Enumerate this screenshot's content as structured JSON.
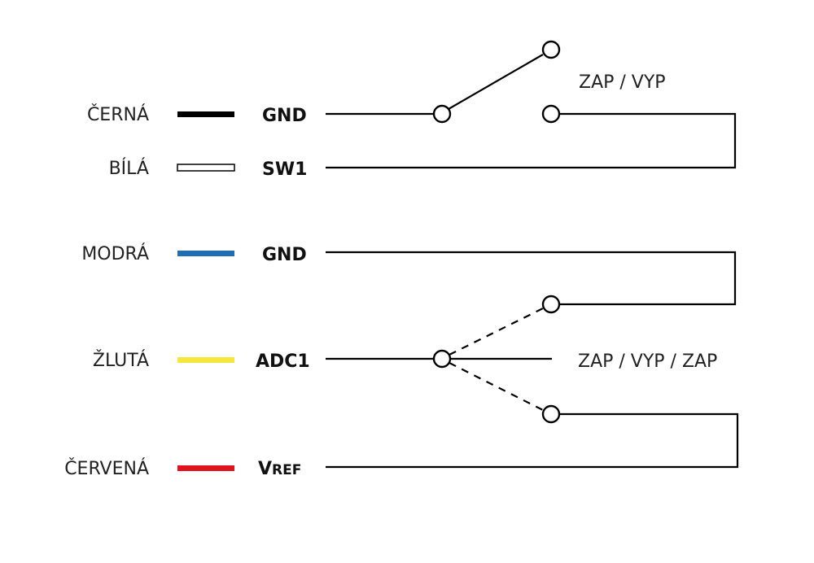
{
  "wires": [
    {
      "color_name": "ČERNÁ",
      "color": "#000000",
      "style": "solid",
      "pin": "GND"
    },
    {
      "color_name": "BÍLÁ",
      "color": "#ffffff",
      "style": "outline",
      "pin": "SW1"
    },
    {
      "color_name": "MODRÁ",
      "color": "#1f6eb4",
      "style": "solid",
      "pin": "GND"
    },
    {
      "color_name": "ŽLUTÁ",
      "color": "#f5e73c",
      "style": "solid",
      "pin": "ADC1"
    },
    {
      "color_name": "ČERVENÁ",
      "color": "#e0141e",
      "style": "solid",
      "pin_prefix": "V",
      "pin_sub": "REF"
    }
  ],
  "switches": {
    "onoff_label": "ZAP / VYP",
    "three_pos_label": "ZAP / VYP / ZAP"
  }
}
